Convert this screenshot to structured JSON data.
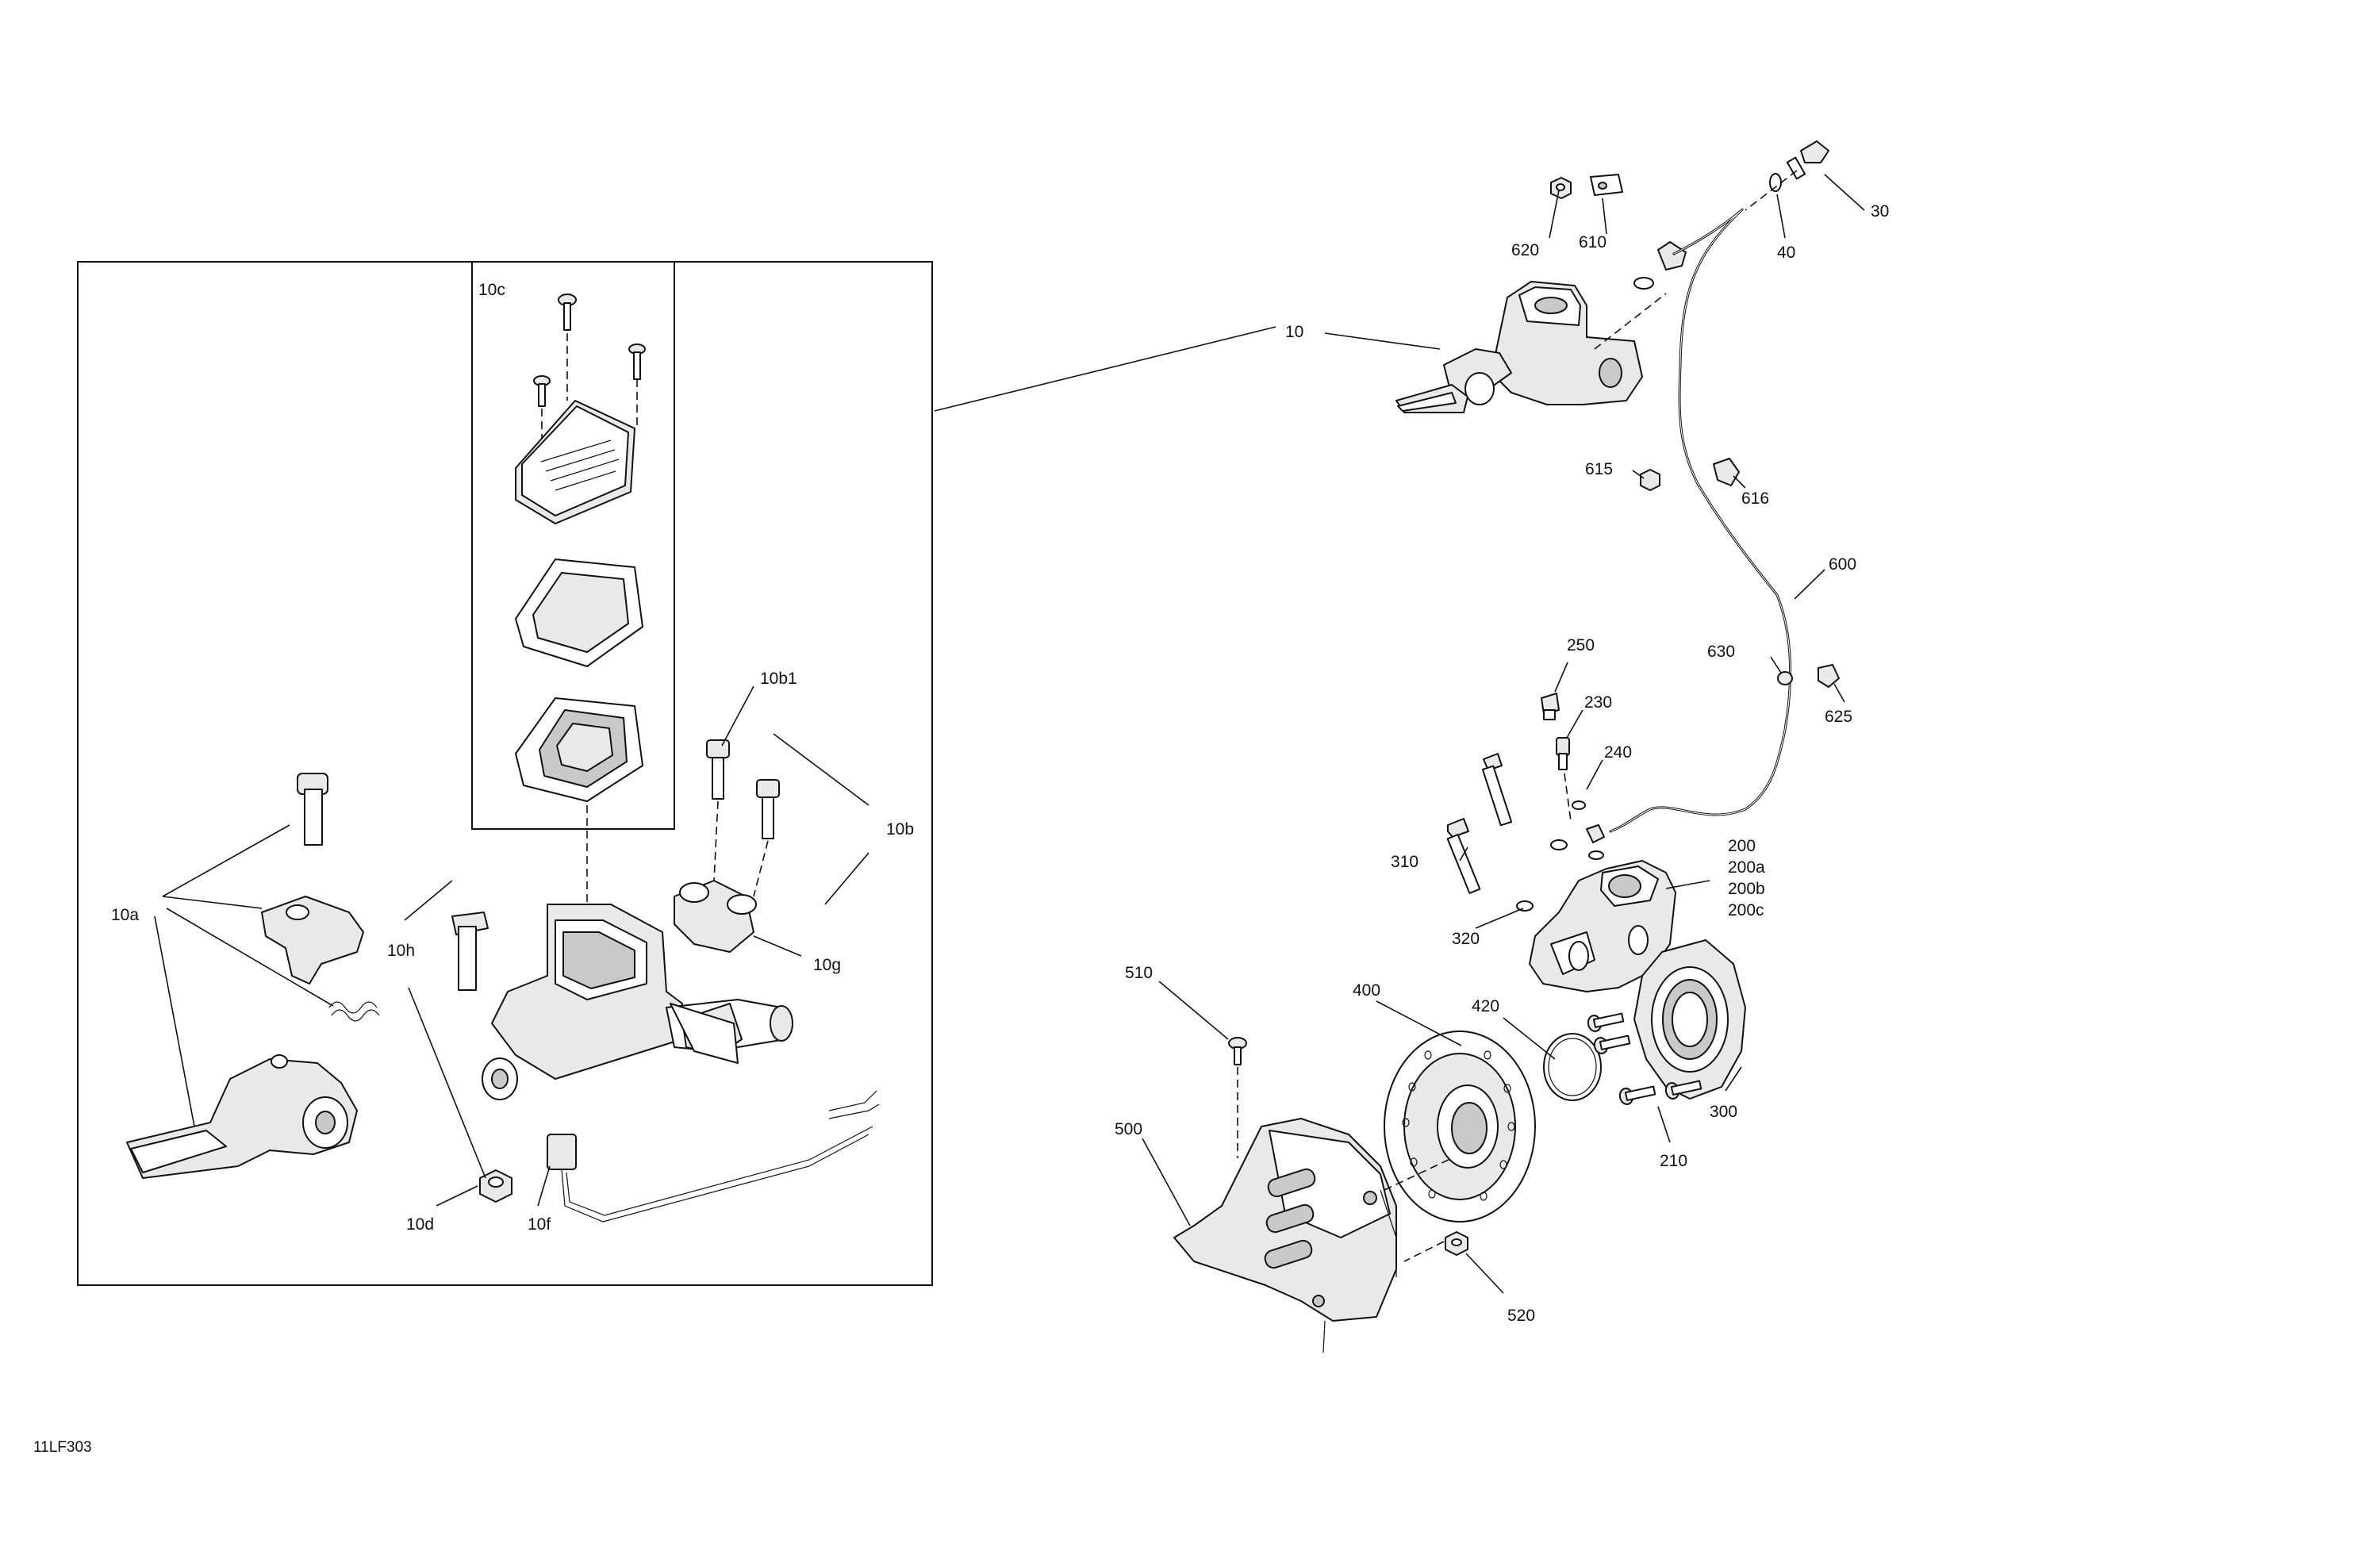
{
  "reference": "11LF303",
  "labels": {
    "p10": "10",
    "p10a": "10a",
    "p10b": "10b",
    "p10b1": "10b1",
    "p10c": "10c",
    "p10d": "10d",
    "p10f": "10f",
    "p10g": "10g",
    "p10h": "10h",
    "p30": "30",
    "p40": "40",
    "p200": "200",
    "p200a": "200a",
    "p200b": "200b",
    "p200c": "200c",
    "p210": "210",
    "p230": "230",
    "p240": "240",
    "p250": "250",
    "p300": "300",
    "p310": "310",
    "p320": "320",
    "p400": "400",
    "p420": "420",
    "p500": "500",
    "p510": "510",
    "p520": "520",
    "p600": "600",
    "p610": "610",
    "p615": "615",
    "p616": "616",
    "p620": "620",
    "p625": "625",
    "p630": "630"
  }
}
